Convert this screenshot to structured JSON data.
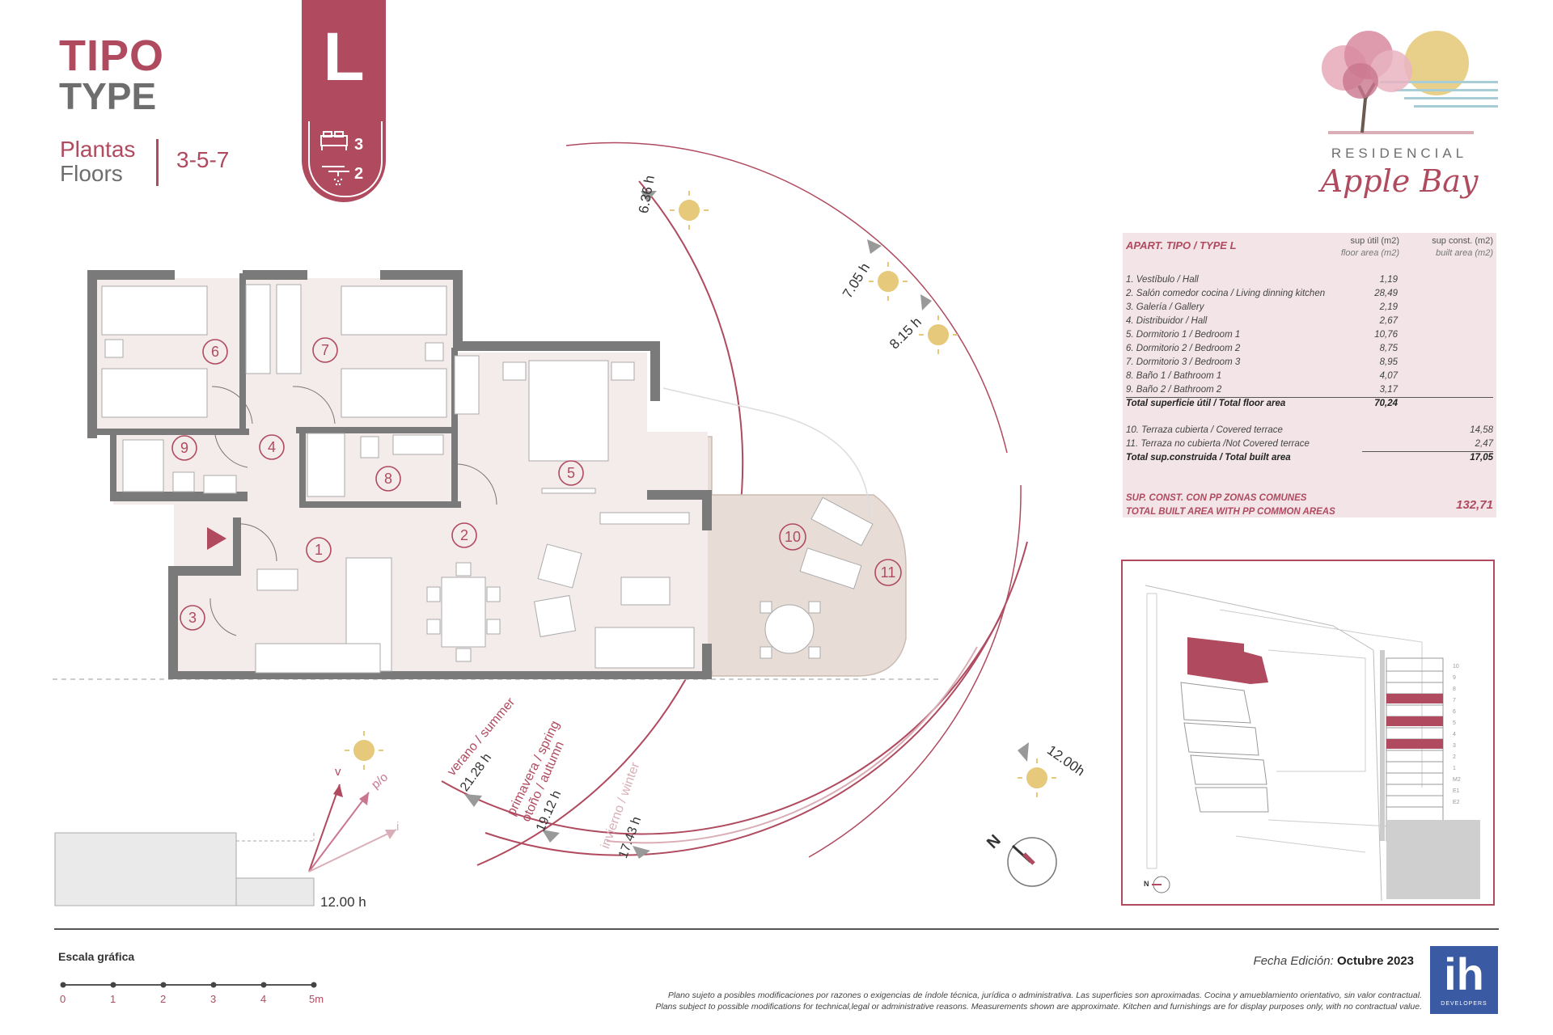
{
  "header": {
    "tipo": "TIPO",
    "type": "TYPE",
    "plantas": "Plantas",
    "floors": "Floors",
    "floor_numbers": "3-5-7",
    "type_letter": "L",
    "bedrooms": "3",
    "bathrooms": "2"
  },
  "logo": {
    "line1": "RESIDENCIAL",
    "line2": "Apple Bay"
  },
  "rooms": [
    "1",
    "2",
    "3",
    "4",
    "5",
    "6",
    "7",
    "8",
    "9",
    "10",
    "11"
  ],
  "sun_path": {
    "times": [
      "6.36 h",
      "7.05 h",
      "8.15 h",
      "12.00h"
    ],
    "seasons": [
      {
        "label": "verano / summer",
        "time": "21.28 h"
      },
      {
        "label": "primavera / spring",
        "label2": "otoño / autumn",
        "time": "19.12 h"
      },
      {
        "label": "invierno / winter",
        "time": "17.43 h"
      }
    ],
    "elevation_time": "12.00 h",
    "elevation_labels": [
      "v",
      "p/o",
      "i"
    ],
    "north": "N"
  },
  "area_table": {
    "title": "APART. TIPO / TYPE L",
    "col1": "sup útil (m2)",
    "col1_sub": "floor area (m2)",
    "col2": "sup const. (m2)",
    "col2_sub": "built area (m2)",
    "rows": [
      {
        "label": "1. Vestíbulo / Hall",
        "v1": "1,19"
      },
      {
        "label": "2. Salón comedor cocina / Living dinning kitchen",
        "v1": "28,49"
      },
      {
        "label": "3. Galería / Gallery",
        "v1": "2,19"
      },
      {
        "label": "4. Distribuidor / Hall",
        "v1": "2,67"
      },
      {
        "label": "5. Dormitorio 1 / Bedroom 1",
        "v1": "10,76"
      },
      {
        "label": "6. Dormitorio 2 / Bedroom 2",
        "v1": "8,75"
      },
      {
        "label": "7. Dormitorio 3 / Bedroom 3",
        "v1": "8,95"
      },
      {
        "label": "8. Baño 1 / Bathroom 1",
        "v1": "4,07"
      },
      {
        "label": "9. Baño 2 / Bathroom 2",
        "v1": "3,17"
      }
    ],
    "total_floor": {
      "label": "Total superficie útil / Total floor area",
      "v1": "70,24"
    },
    "terraces": [
      {
        "label": "10. Terraza cubierta / Covered terrace",
        "v2": "14,58"
      },
      {
        "label": "11. Terraza no cubierta /Not Covered terrace",
        "v2": "2,47"
      }
    ],
    "total_built": {
      "label": "Total sup.construida / Total built area",
      "v2": "17,05"
    },
    "common_line1": "SUP. CONST. CON PP ZONAS COMUNES",
    "common_line2": "TOTAL BUILT AREA WITH PP COMMON AREAS",
    "common_value": "132,71"
  },
  "site_plan": {
    "floor_levels": [
      "10",
      "9",
      "8",
      "7",
      "6",
      "5",
      "4",
      "3",
      "2",
      "1",
      "M2",
      "E1",
      "E2"
    ],
    "north": "N"
  },
  "footer": {
    "scale_title": "Escala gráfica",
    "scale_ticks": [
      "0",
      "1",
      "2",
      "3",
      "4",
      "5m"
    ],
    "date_label": "Fecha Edición:",
    "date_value": "Octubre 2023",
    "disclaimer_es": "Plano sujeto a posibles modificaciones por razones o exigencias de índole técnica,  jurídica o administrativa. Las superficies son aproximadas. Cocina y amueblamiento orientativo, sin valor contractual.",
    "disclaimer_en": "Plans subject to possible modifications for technical,legal or administrative reasons. Measurements shown are approximate. Kitchen and furnishings are for display purposes only, with no contractual value.",
    "dev_logo": "ih",
    "dev_sub": "DEVELOPERS"
  },
  "colors": {
    "accent": "#b04a5f",
    "wall": "#7a7a7a",
    "floor": "#f4ecea",
    "terrace": "#e8ddd6",
    "sun": "#e6c97a",
    "dev": "#3a5aa3"
  }
}
